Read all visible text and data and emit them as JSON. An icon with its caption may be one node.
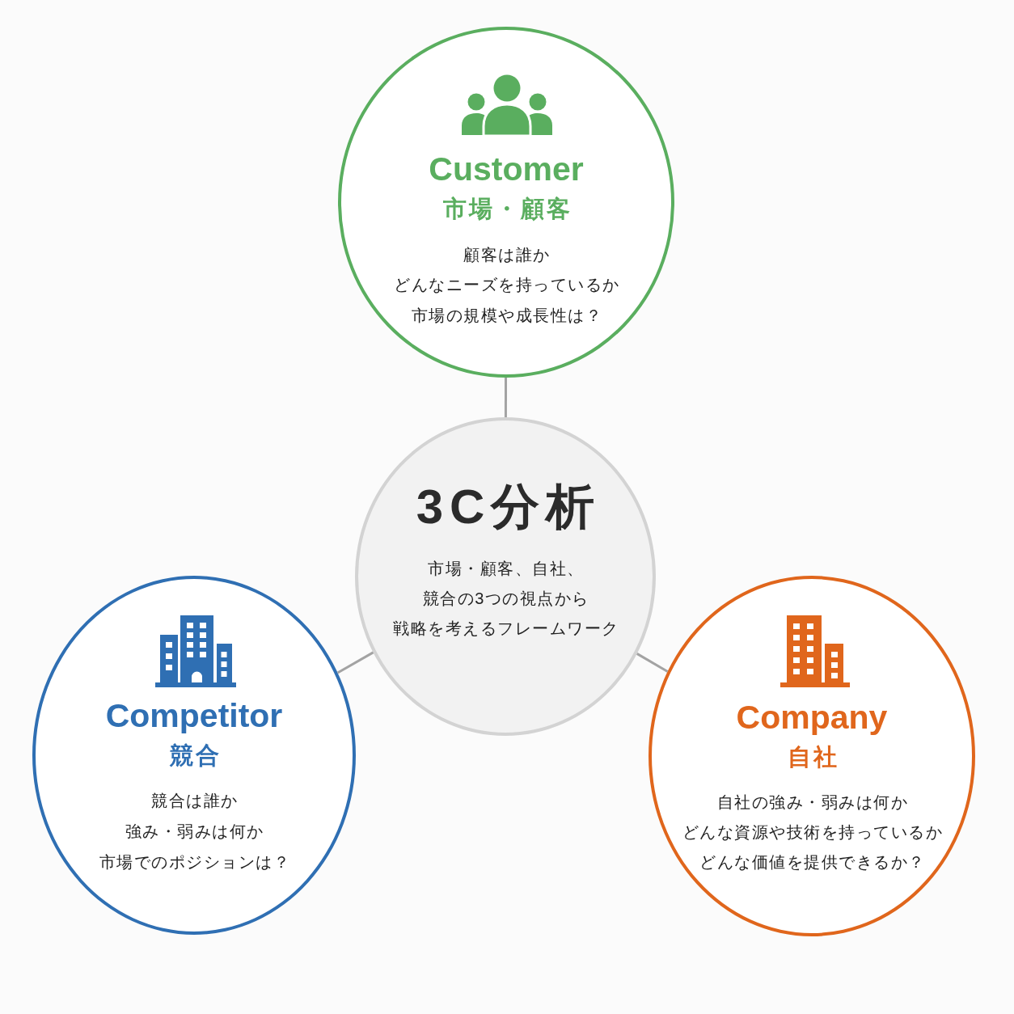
{
  "diagram": {
    "nodes": [
      {
        "text": [
          "Customer",
          "市場・顧客",
          "顧客は誰か",
          "どんなニーズを持っているか",
          "市場の規模や成長性は？"
        ]
      },
      {
        "text": [
          "3C分析",
          "市場・顧客、自社、競合の3つの視点から戦略を考えるフレームワーク"
        ]
      },
      {
        "text": [
          "Competitor",
          "競合",
          "競合は誰か",
          "強み・弱みは何か",
          "市場でのポジションは？"
        ]
      },
      {
        "text": [
          "Company",
          "自社",
          "自社の強み・弱みは何か",
          "どんな資源や技術を持っているか",
          "どんな価値を提供できるか？"
        ]
      }
    ],
    "edges": [
      {
        "from": 1,
        "to": 0,
        "arrow": "none"
      },
      {
        "from": 1,
        "to": 2,
        "arrow": "none"
      },
      {
        "from": 1,
        "to": 3,
        "arrow": "none"
      }
    ]
  }
}
